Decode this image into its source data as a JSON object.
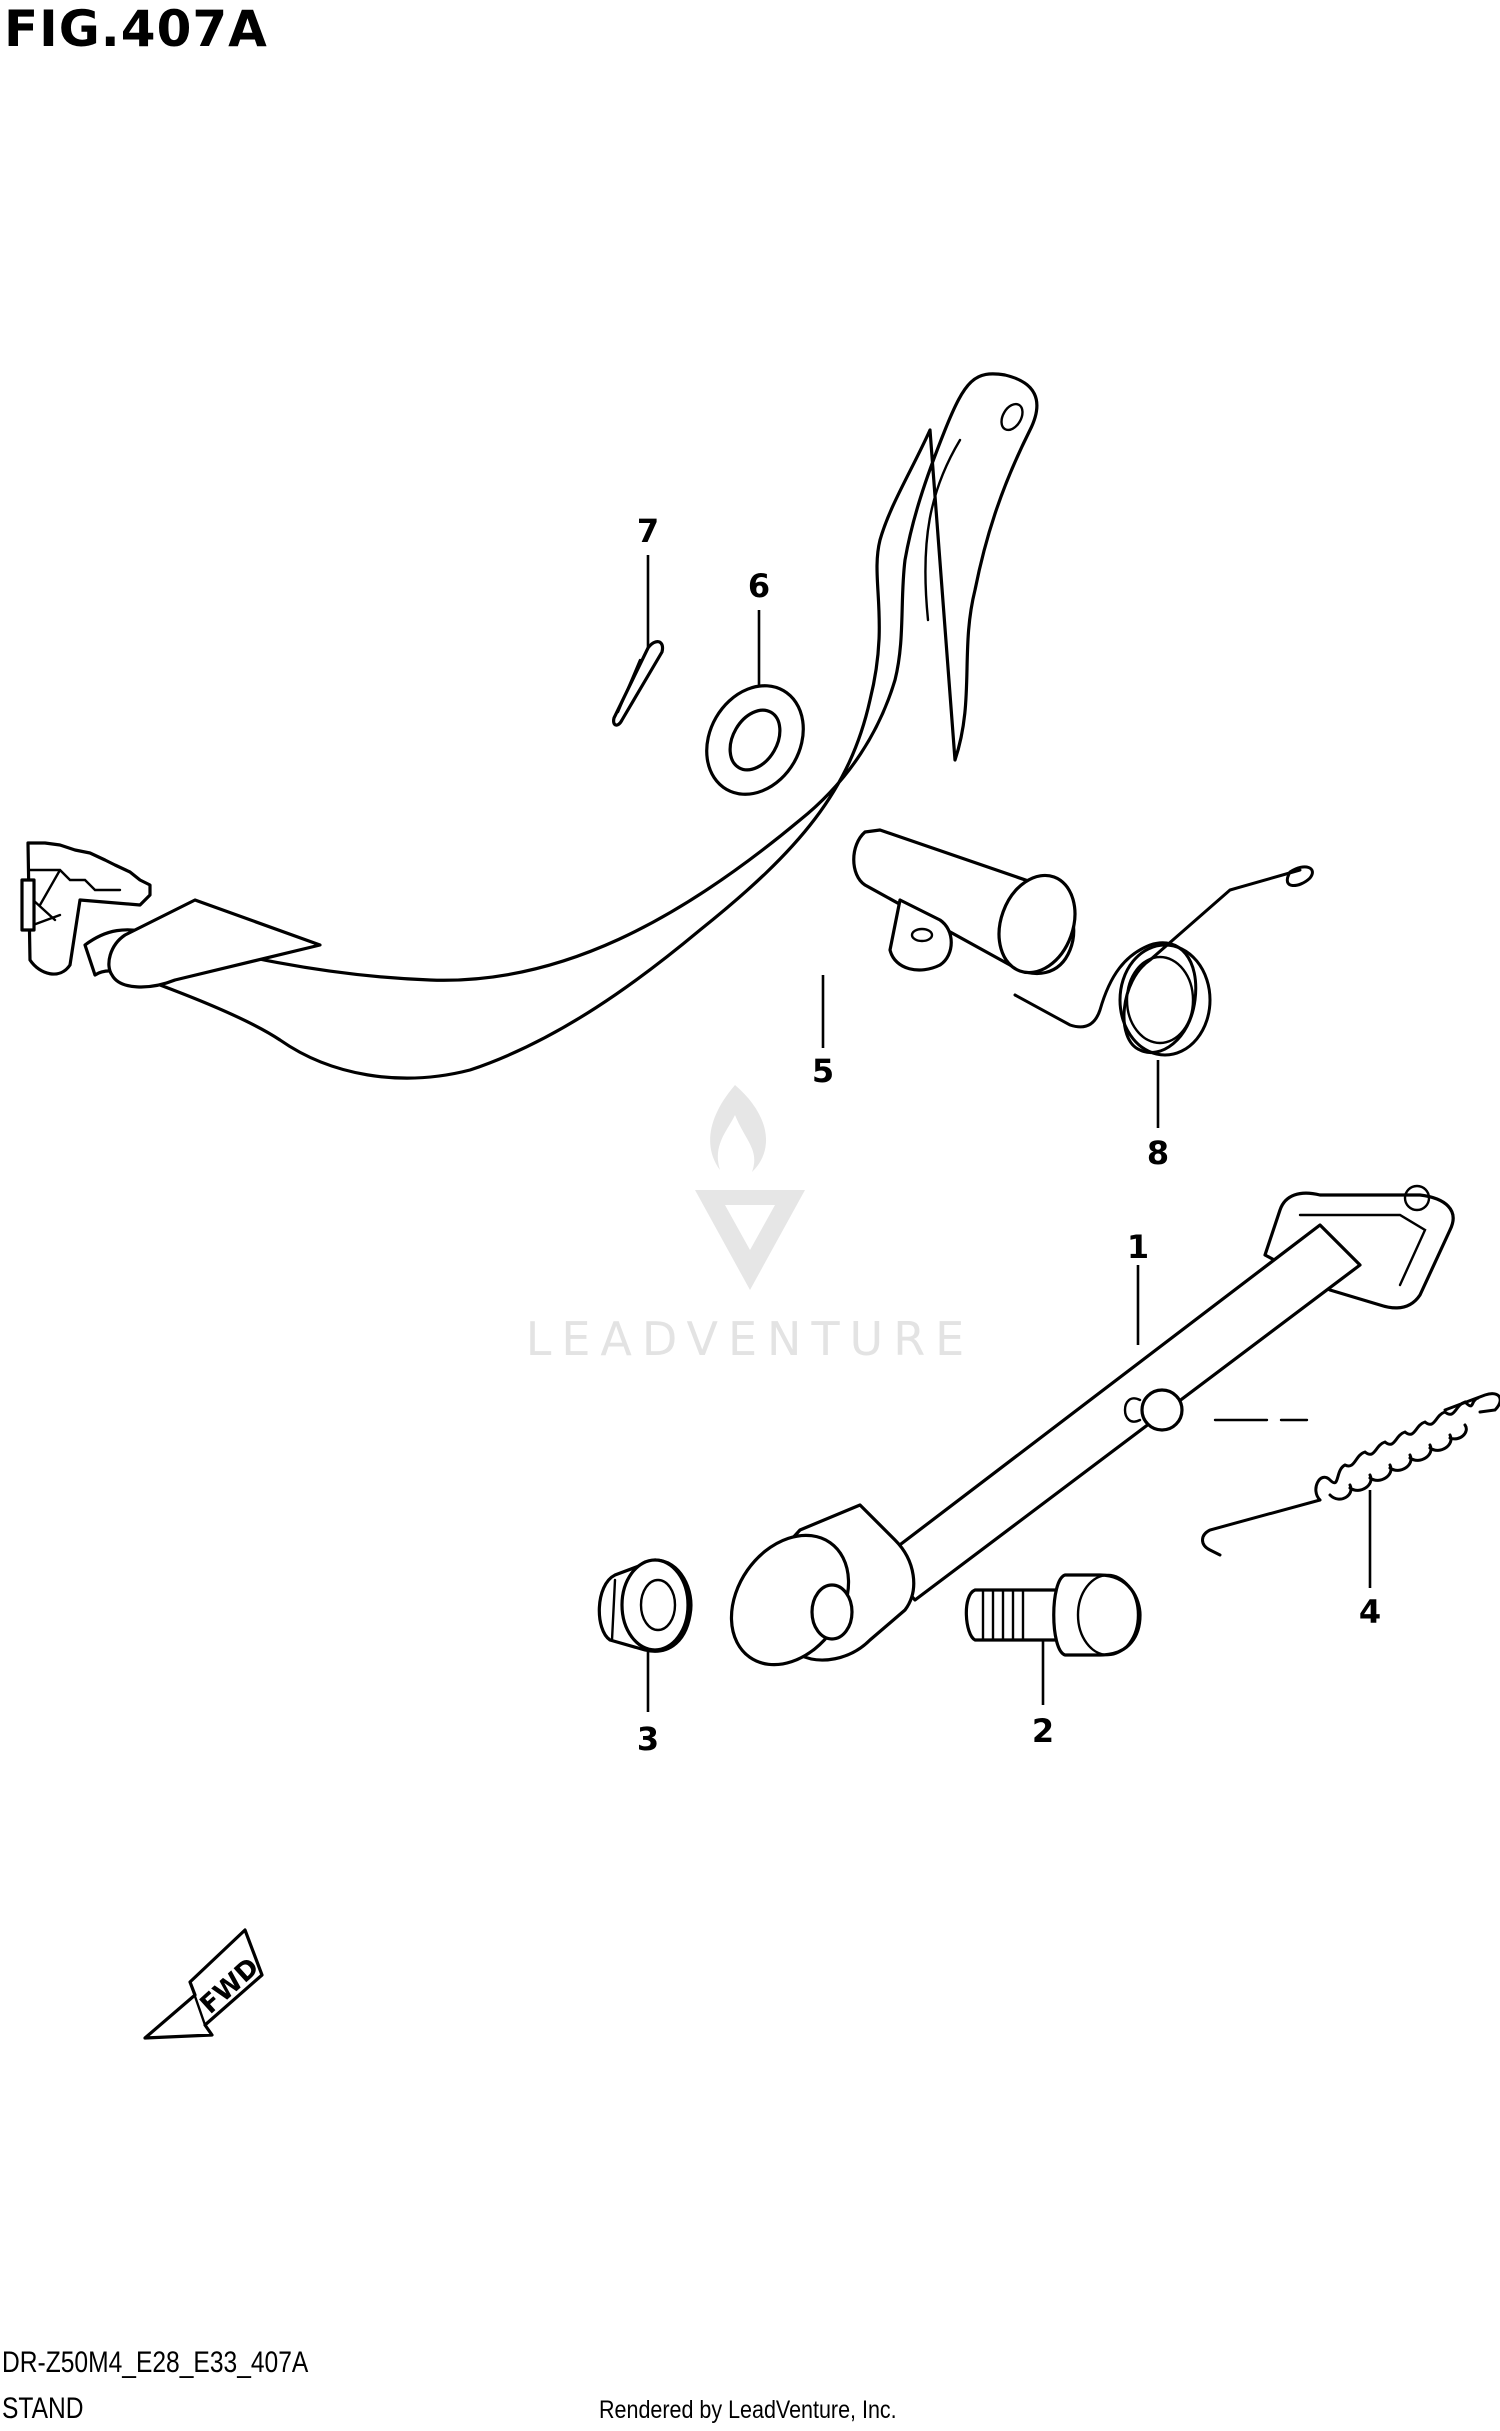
{
  "figure": {
    "title": "FIG.407A",
    "model_code": "DR-Z50M4_E28_E33_407A",
    "section": "STAND",
    "rendered_by": "Rendered by LeadVenture, Inc."
  },
  "watermark": {
    "text": "LEADVENTURE",
    "icon": "leadventure-flame-logo"
  },
  "direction_marker": {
    "label": "FWD",
    "icon": "arrow-fwd-icon"
  },
  "callouts": [
    {
      "number": "1",
      "part": "side-stand"
    },
    {
      "number": "2",
      "part": "stand-bolt"
    },
    {
      "number": "3",
      "part": "stand-nut"
    },
    {
      "number": "4",
      "part": "stand-spring"
    },
    {
      "number": "5",
      "part": "brake-pedal"
    },
    {
      "number": "6",
      "part": "pedal-washer"
    },
    {
      "number": "7",
      "part": "cotter-pin"
    },
    {
      "number": "8",
      "part": "pedal-return-spring"
    }
  ]
}
